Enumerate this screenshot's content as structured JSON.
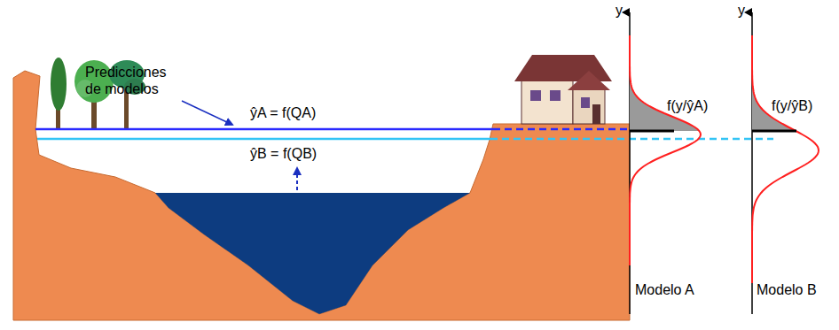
{
  "diagram": {
    "labels": [
      "Predicciones de modelos",
      "ŷA = f(QA)",
      "ŷB = f(QB)",
      "y",
      "f(y/ŷA)",
      "y",
      "f(y/ŷB)",
      "Modelo A",
      "Modelo B"
    ]
  }
}
